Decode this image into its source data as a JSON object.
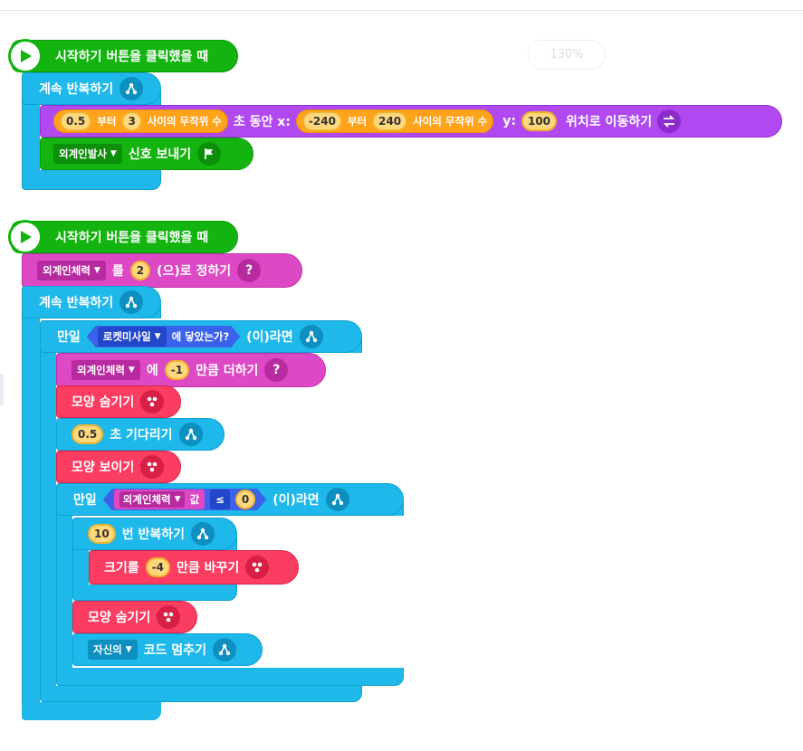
{
  "zoom_label": "130%",
  "colors": {
    "flow": "#1eb8eb",
    "start": "#13b40f",
    "move": "#b04af0",
    "calc": "#ffa31a",
    "variable": "#dd48c4",
    "looks": "#fb3d62",
    "judgment": "#3a62ea"
  },
  "icons": {
    "play": "play-icon",
    "flow": "flow-icon",
    "move": "move-arrows-icon",
    "flag": "flag-icon",
    "variable": "question-icon",
    "looks": "looks-dots-icon"
  },
  "script1": {
    "hat": "시작하기 버튼을 클릭했을 때",
    "forever": "계속 반복하기",
    "move": {
      "from": "0.5",
      "between": "부터",
      "to": "3",
      "random": "사이의 무작위 수",
      "seconds": "초 동안 x:",
      "xfrom": "-240",
      "xbetween": "부터",
      "xto": "240",
      "xrandom": "사이의 무작위 수",
      "ylabel": "y:",
      "y": "100",
      "tail": "위치로 이동하기"
    },
    "signal": {
      "dropdown": "외계인발사",
      "label": "신호 보내기"
    }
  },
  "script2": {
    "hat": "시작하기 버튼을 클릭했을 때",
    "setvar": {
      "dropdown": "외계인체력",
      "particle": "를",
      "value": "2",
      "tail": "(으)로 정하기"
    },
    "forever": "계속 반복하기",
    "if1": {
      "label": "만일",
      "object": "로켓미사일",
      "touching": "에 닿았는가?",
      "tail": "(이)라면"
    },
    "addvar": {
      "dropdown": "외계인체력",
      "particle": "에",
      "value": "-1",
      "tail": "만큼 더하기"
    },
    "hide1": "모양 숨기기",
    "wait": {
      "value": "0.5",
      "tail": "초 기다리기"
    },
    "show": "모양 보이기",
    "if2": {
      "label": "만일",
      "variable": "외계인체력",
      "value_label": "값",
      "operator": "≤",
      "compare": "0",
      "tail": "(이)라면"
    },
    "repeat": {
      "count": "10",
      "tail": "번 반복하기"
    },
    "size": {
      "label": "크기를",
      "value": "-4",
      "tail": "만큼 바꾸기"
    },
    "hide2": "모양 숨기기",
    "stop": {
      "dropdown": "자신의",
      "tail": "코드 멈추기"
    }
  }
}
